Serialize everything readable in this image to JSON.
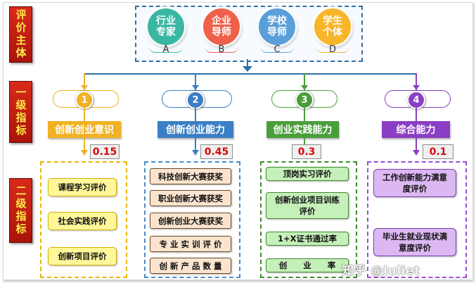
{
  "side_labels": {
    "evaluator": "评价主体",
    "level1": "一级指标",
    "level2": "二级指标"
  },
  "evaluators": [
    {
      "name": "行业专家",
      "letter": "A",
      "color": "#3ab7a3"
    },
    {
      "name": "企业导师",
      "letter": "B",
      "color": "#ee6049"
    },
    {
      "name": "学校导师",
      "letter": "C",
      "color": "#5a9fd8"
    },
    {
      "name": "学生个体",
      "letter": "D",
      "color": "#f7b52a"
    }
  ],
  "indicators": [
    {
      "num": "1",
      "name": "创新创业意识",
      "weight": "0.15",
      "color": "#f0b224",
      "items": [
        "课程学习评价",
        "社会实践评价",
        "创新项目评价"
      ]
    },
    {
      "num": "2",
      "name": "创新创业能力",
      "weight": "0.45",
      "color": "#3b7fc4",
      "items": [
        "科技创新大赛获奖",
        "职业创新大赛获奖",
        "创新创业大赛获奖",
        "专 业 实 训 评 价",
        "创 新 产 品 数 量"
      ]
    },
    {
      "num": "3",
      "name": "创业实践能力",
      "weight": "0.3",
      "color": "#4b9d3c",
      "items": [
        "顶岗实习评价",
        "创新创业项目训练评价",
        "1+X证书通过率",
        "创　　业　　率"
      ]
    },
    {
      "num": "4",
      "name": "综合能力",
      "weight": "0.1",
      "color": "#8a3fc4",
      "items": [
        "工作创新能力满意度评价",
        "毕业生就业现状满意度评价"
      ]
    }
  ],
  "watermark": "知乎 @Juliet"
}
